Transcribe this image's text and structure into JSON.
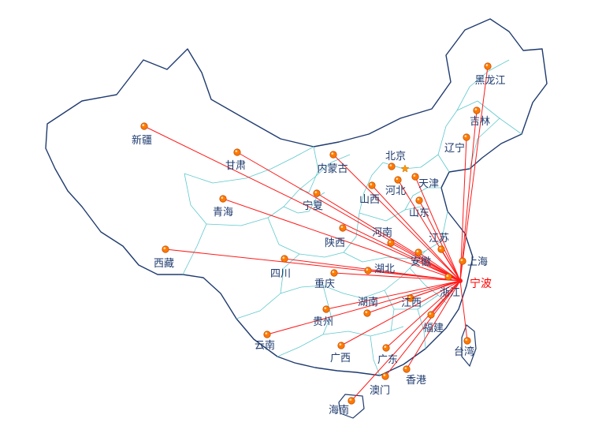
{
  "map": {
    "hub": {
      "name": "宁波"
    },
    "colors": {
      "route": "#ff1a1a",
      "outer_border": "#1f3b6f",
      "province_border": "#5fc8cc",
      "marker_fill": "#ff7a00",
      "marker_stroke": "#c85000",
      "capital_star": "#ff9900",
      "label_text": "#1f3b6f",
      "hub_text": "#ff0000"
    },
    "locations": [
      {
        "id": "heilongjiang",
        "name": "黑龙江"
      },
      {
        "id": "jilin",
        "name": "吉林"
      },
      {
        "id": "liaoning",
        "name": "辽宁"
      },
      {
        "id": "xinjiang",
        "name": "新疆"
      },
      {
        "id": "gansu",
        "name": "甘肃"
      },
      {
        "id": "neimenggu",
        "name": "内蒙古"
      },
      {
        "id": "beijing",
        "name": "北京"
      },
      {
        "id": "tianjin",
        "name": "天津"
      },
      {
        "id": "hebei",
        "name": "河北"
      },
      {
        "id": "shanxi",
        "name": "山西"
      },
      {
        "id": "ningxia",
        "name": "宁夏"
      },
      {
        "id": "qinghai",
        "name": "青海"
      },
      {
        "id": "shandong",
        "name": "山东"
      },
      {
        "id": "henan",
        "name": "河南"
      },
      {
        "id": "shaanxi",
        "name": "陕西"
      },
      {
        "id": "jiangsu",
        "name": "江苏"
      },
      {
        "id": "xizang",
        "name": "西藏"
      },
      {
        "id": "anhui",
        "name": "安徽"
      },
      {
        "id": "shanghai",
        "name": "上海"
      },
      {
        "id": "sichuan",
        "name": "四川"
      },
      {
        "id": "hubei",
        "name": "湖北"
      },
      {
        "id": "chongqing",
        "name": "重庆"
      },
      {
        "id": "zhejiang",
        "name": "浙江"
      },
      {
        "id": "hunan",
        "name": "湖南"
      },
      {
        "id": "jiangxi",
        "name": "江西"
      },
      {
        "id": "guizhou",
        "name": "贵州"
      },
      {
        "id": "fujian",
        "name": "福建"
      },
      {
        "id": "yunnan",
        "name": "云南"
      },
      {
        "id": "taiwan",
        "name": "台湾"
      },
      {
        "id": "guangxi",
        "name": "广西"
      },
      {
        "id": "guangdong",
        "name": "广东"
      },
      {
        "id": "xianggang",
        "name": "香港"
      },
      {
        "id": "aomen",
        "name": "澳门"
      },
      {
        "id": "hainan",
        "name": "海南"
      }
    ]
  }
}
